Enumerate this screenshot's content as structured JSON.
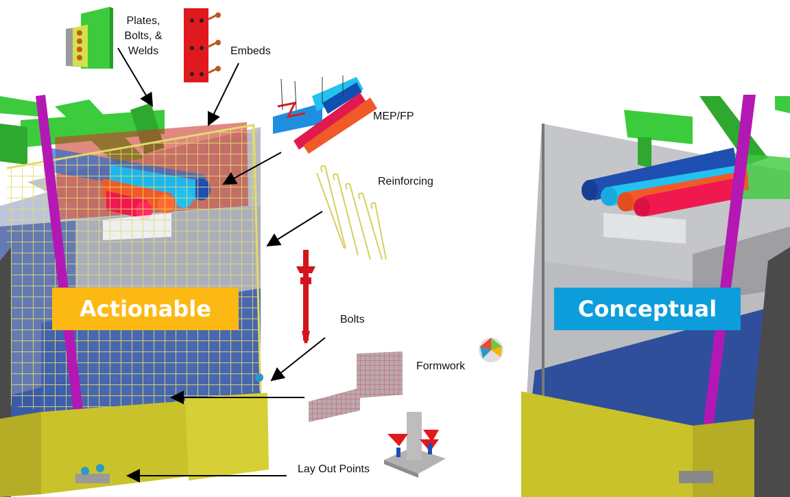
{
  "labels": {
    "plates_line1": "Plates,",
    "plates_line2": "Bolts, &",
    "plates_line3": "Welds",
    "embeds": "Embeds",
    "mep": "MEP/FP",
    "reinforcing": "Reinforcing",
    "bolts": "Bolts",
    "formwork": "Formwork",
    "layout_points": "Lay Out Points"
  },
  "banners": {
    "actionable": "Actionable",
    "conceptual": "Conceptual"
  },
  "colors": {
    "actionable": "#FDB913",
    "conceptual": "#0D9DDB",
    "steel": "#3CCB3C",
    "embed": "#E0191E",
    "rebar": "#E3DB6A",
    "footing": "#C9C22B",
    "column": "#B418B4",
    "slab": "#2F4F9C"
  },
  "icons": [
    "steel-plate-icon",
    "embed-plate-icon",
    "mep-pipes-icon",
    "rebar-icon",
    "anchor-bolt-icon",
    "formwork-icon",
    "layout-point-icon",
    "app-logo-icon"
  ]
}
